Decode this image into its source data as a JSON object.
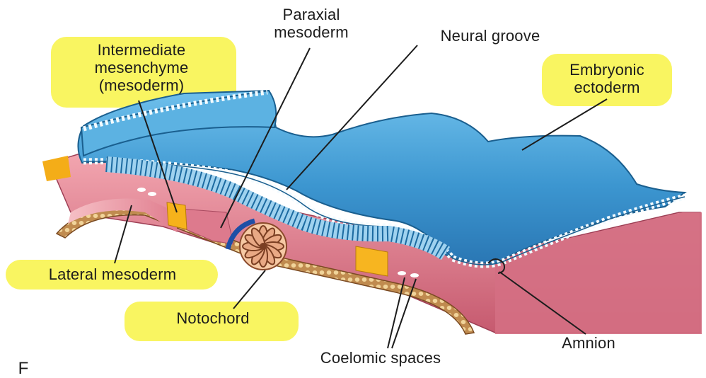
{
  "labels": {
    "paraxial": "Paraxial\nmesoderm",
    "neural_groove": "Neural groove",
    "intermediate": "Intermediate\nmesenchyme\n(mesoderm)",
    "ectoderm": "Embryonic\nectoderm",
    "lateral": "Lateral mesoderm",
    "notochord": "Notochord",
    "amnion": "Amnion",
    "coelomic": "Coelomic spaces",
    "corner_mark": "F"
  },
  "colors": {
    "highlight": "#f8f454",
    "ectoderm_blue": "#3e9bd4",
    "ectoderm_dark": "#1f6fa6",
    "mesoderm_pink": "#e98896",
    "mesoderm_dark": "#c0566b",
    "intermediate_orange": "#f7b21c",
    "endoderm_tan": "#c9a36b",
    "notochord_brown": "#9a5a3c"
  }
}
